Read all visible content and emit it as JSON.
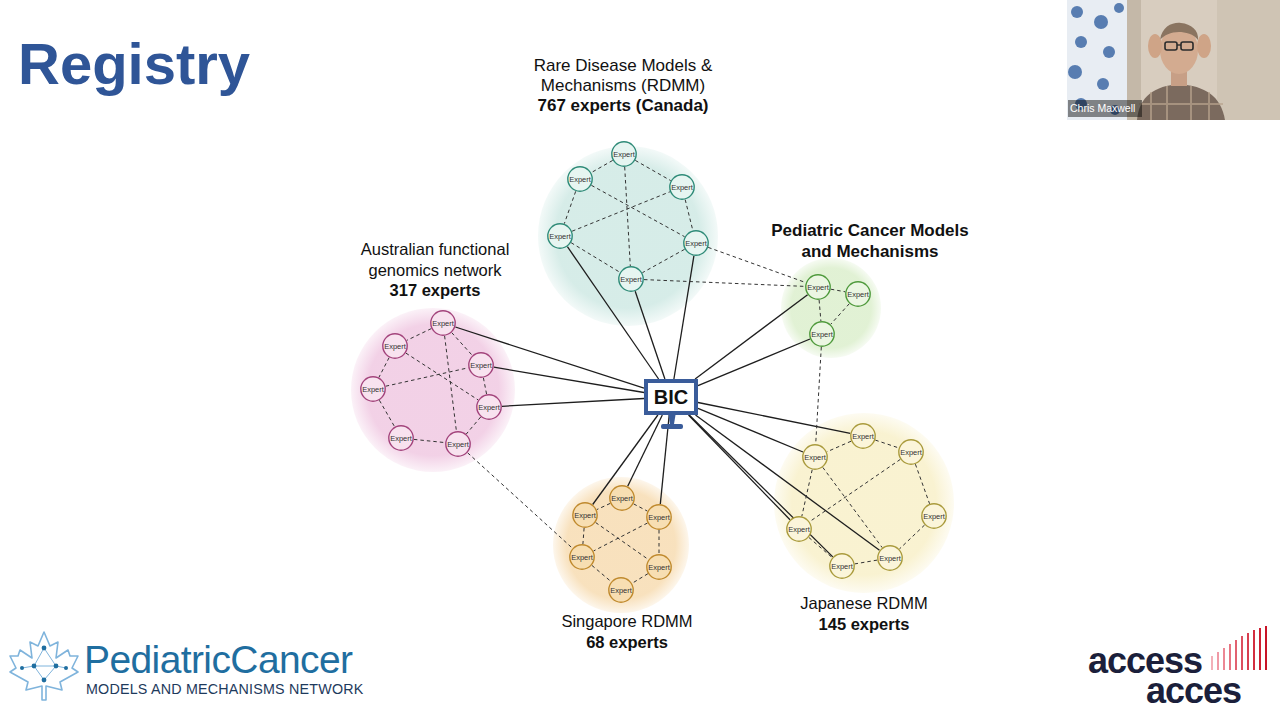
{
  "diagram": {
    "title": "Registry",
    "nodes": [
      {
        "text": [
          "Rare Disease Models & Mechanisms (RDMM)",
          "767 experts (Canada)"
        ]
      },
      {
        "text": [
          "Expert"
        ],
        "in": 0
      },
      {
        "text": [
          "Expert"
        ],
        "in": 0
      },
      {
        "text": [
          "Expert"
        ],
        "in": 0
      },
      {
        "text": [
          "Expert"
        ],
        "in": 0
      },
      {
        "text": [
          "Expert"
        ],
        "in": 0
      },
      {
        "text": [
          "Expert"
        ],
        "in": 0
      },
      {
        "text": [
          "Pediatric Cancer Models and Mechanisms"
        ]
      },
      {
        "text": [
          "Expert"
        ],
        "in": 7
      },
      {
        "text": [
          "Expert"
        ],
        "in": 7
      },
      {
        "text": [
          "Expert"
        ],
        "in": 7
      },
      {
        "text": [
          "Australian functional genomics network",
          "317 experts"
        ]
      },
      {
        "text": [
          "Expert"
        ],
        "in": 11
      },
      {
        "text": [
          "Expert"
        ],
        "in": 11
      },
      {
        "text": [
          "Expert"
        ],
        "in": 11
      },
      {
        "text": [
          "Expert"
        ],
        "in": 11
      },
      {
        "text": [
          "Expert"
        ],
        "in": 11
      },
      {
        "text": [
          "Expert"
        ],
        "in": 11
      },
      {
        "text": [
          "Expert"
        ],
        "in": 11
      },
      {
        "text": [
          "BIC"
        ]
      },
      {
        "text": [
          "Singapore RDMM",
          "68 experts"
        ]
      },
      {
        "text": [
          "Expert"
        ],
        "in": 20
      },
      {
        "text": [
          "Expert"
        ],
        "in": 20
      },
      {
        "text": [
          "Expert"
        ],
        "in": 20
      },
      {
        "text": [
          "Expert"
        ],
        "in": 20
      },
      {
        "text": [
          "Expert"
        ],
        "in": 20
      },
      {
        "text": [
          "Expert"
        ],
        "in": 20
      },
      {
        "text": [
          "Japanese RDMM",
          "145 experts"
        ]
      },
      {
        "text": [
          "Expert"
        ],
        "in": 27
      },
      {
        "text": [
          "Expert"
        ],
        "in": 27
      },
      {
        "text": [
          "Expert"
        ],
        "in": 27
      },
      {
        "text": [
          "Expert"
        ],
        "in": 27
      },
      {
        "text": [
          "Expert"
        ],
        "in": 27
      },
      {
        "text": [
          "Expert"
        ],
        "in": 27
      },
      {
        "text": [
          "Expert"
        ],
        "in": 27
      }
    ],
    "edges": [
      {
        "from": 19,
        "to": 4,
        "arrow": "none"
      },
      {
        "from": 19,
        "to": 6,
        "arrow": "none"
      },
      {
        "from": 19,
        "to": 5,
        "arrow": "none"
      },
      {
        "from": 19,
        "to": 8,
        "arrow": "none"
      },
      {
        "from": 19,
        "to": 10,
        "arrow": "none"
      },
      {
        "from": 19,
        "to": 12,
        "arrow": "none"
      },
      {
        "from": 19,
        "to": 14,
        "arrow": "none"
      },
      {
        "from": 19,
        "to": 16,
        "arrow": "none"
      },
      {
        "from": 19,
        "to": 21,
        "arrow": "none"
      },
      {
        "from": 19,
        "to": 22,
        "arrow": "none"
      },
      {
        "from": 19,
        "to": 23,
        "arrow": "none"
      },
      {
        "from": 19,
        "to": 28,
        "arrow": "none"
      },
      {
        "from": 19,
        "to": 30,
        "arrow": "none"
      },
      {
        "from": 19,
        "to": 32,
        "arrow": "none"
      },
      {
        "from": 19,
        "to": 34,
        "arrow": "none"
      },
      {
        "from": 19,
        "to": 33,
        "arrow": "none"
      },
      {
        "from": 1,
        "to": 2,
        "arrow": "none"
      },
      {
        "from": 1,
        "to": 3,
        "arrow": "none"
      },
      {
        "from": 2,
        "to": 4,
        "arrow": "none"
      },
      {
        "from": 3,
        "to": 5,
        "arrow": "none"
      },
      {
        "from": 4,
        "to": 6,
        "arrow": "none"
      },
      {
        "from": 5,
        "to": 6,
        "arrow": "none"
      },
      {
        "from": 2,
        "to": 5,
        "arrow": "none"
      },
      {
        "from": 4,
        "to": 3,
        "arrow": "none"
      },
      {
        "from": 1,
        "to": 6,
        "arrow": "none"
      },
      {
        "from": 8,
        "to": 9,
        "arrow": "none"
      },
      {
        "from": 8,
        "to": 10,
        "arrow": "none"
      },
      {
        "from": 9,
        "to": 10,
        "arrow": "none"
      },
      {
        "from": 12,
        "to": 13,
        "arrow": "none"
      },
      {
        "from": 12,
        "to": 14,
        "arrow": "none"
      },
      {
        "from": 13,
        "to": 15,
        "arrow": "none"
      },
      {
        "from": 14,
        "to": 16,
        "arrow": "none"
      },
      {
        "from": 15,
        "to": 17,
        "arrow": "none"
      },
      {
        "from": 17,
        "to": 18,
        "arrow": "none"
      },
      {
        "from": 16,
        "to": 18,
        "arrow": "none"
      },
      {
        "from": 13,
        "to": 16,
        "arrow": "none"
      },
      {
        "from": 15,
        "to": 14,
        "arrow": "none"
      },
      {
        "from": 12,
        "to": 18,
        "arrow": "none"
      },
      {
        "from": 21,
        "to": 22,
        "arrow": "none"
      },
      {
        "from": 21,
        "to": 23,
        "arrow": "none"
      },
      {
        "from": 22,
        "to": 24,
        "arrow": "none"
      },
      {
        "from": 23,
        "to": 25,
        "arrow": "none"
      },
      {
        "from": 24,
        "to": 26,
        "arrow": "none"
      },
      {
        "from": 25,
        "to": 26,
        "arrow": "none"
      },
      {
        "from": 22,
        "to": 25,
        "arrow": "none"
      },
      {
        "from": 23,
        "to": 24,
        "arrow": "none"
      },
      {
        "from": 28,
        "to": 29,
        "arrow": "none"
      },
      {
        "from": 28,
        "to": 30,
        "arrow": "none"
      },
      {
        "from": 29,
        "to": 31,
        "arrow": "none"
      },
      {
        "from": 30,
        "to": 32,
        "arrow": "none"
      },
      {
        "from": 31,
        "to": 33,
        "arrow": "none"
      },
      {
        "from": 32,
        "to": 34,
        "arrow": "none"
      },
      {
        "from": 33,
        "to": 34,
        "arrow": "none"
      },
      {
        "from": 30,
        "to": 33,
        "arrow": "none"
      },
      {
        "from": 29,
        "to": 32,
        "arrow": "none"
      },
      {
        "from": 5,
        "to": 8,
        "arrow": "none"
      },
      {
        "from": 6,
        "to": 8,
        "arrow": "none"
      },
      {
        "from": 10,
        "to": 30,
        "arrow": "none"
      },
      {
        "from": 18,
        "to": 24,
        "arrow": "none"
      }
    ],
    "labels": [
      "Chris Maxwell",
      "PediatricCancer",
      "MODELS AND MECHANISMS NETWORK",
      "access",
      "acces"
    ]
  }
}
